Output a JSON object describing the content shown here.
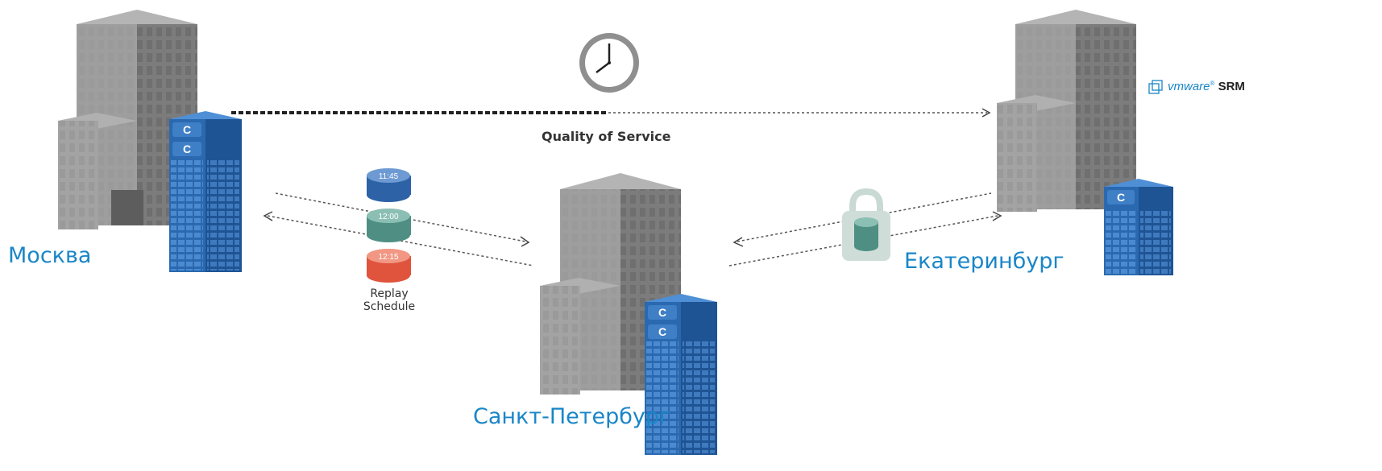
{
  "cities": {
    "moscow": "Москва",
    "spb": "Санкт-Петербург",
    "ekb": "Екатеринбург"
  },
  "qos_label": "Quality of Service",
  "replay": {
    "line1": "Replay",
    "line2": "Schedule",
    "times": [
      "11:45",
      "12:00",
      "12:15"
    ]
  },
  "vmware": {
    "brand": "vmware",
    "product": "SRM"
  },
  "colors": {
    "city_text": "#1a86c7",
    "storage_blue": "#2a69b0",
    "building_gray": "#8c8c8c",
    "disk_blue": "#2d62a6",
    "disk_teal": "#4f8f83",
    "disk_red": "#e0533d"
  },
  "icons": {
    "clock": "clock-icon",
    "lock": "lock-icon",
    "storage": "storage-array-icon",
    "building": "building-icon"
  }
}
